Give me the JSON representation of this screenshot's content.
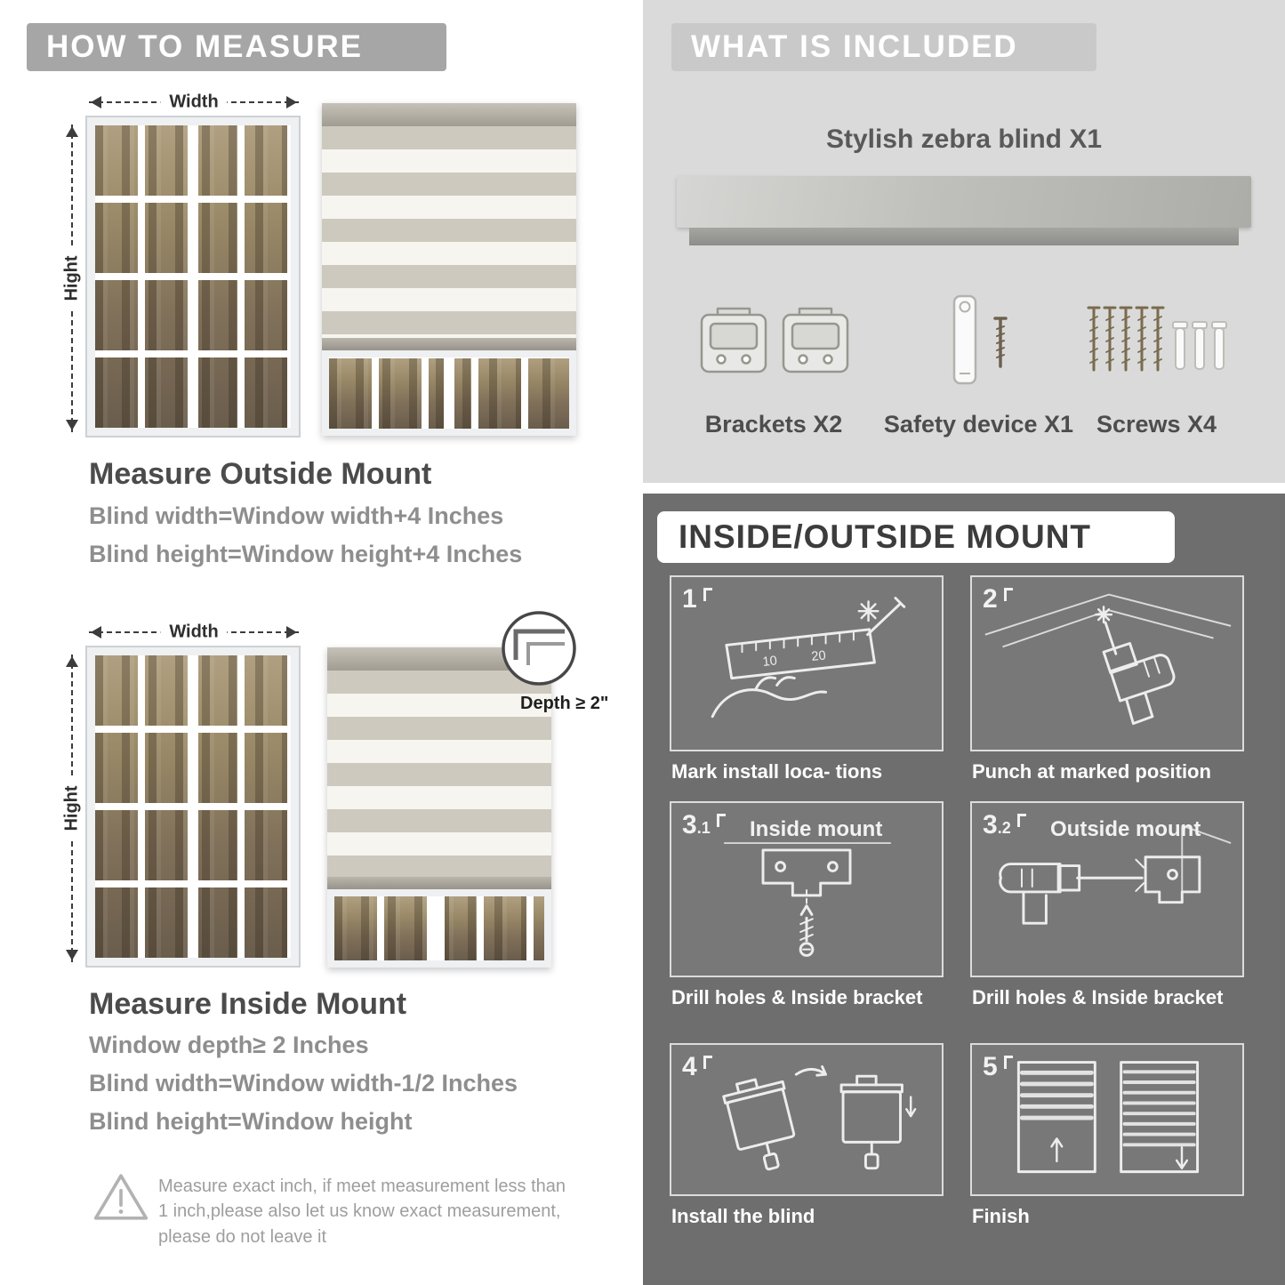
{
  "colors": {
    "left_header_bg": "#a6a6a6",
    "right_top_bg": "#dadada",
    "right_header_bg": "#c9c9c9",
    "dark_section_bg": "#6e6e6e",
    "blind_stripe": "#cdc9be",
    "title_text": "#4b4b4b",
    "formula_text": "#8e8e8e"
  },
  "how_to_measure": {
    "header": "HOW TO MEASURE",
    "outside": {
      "width_label": "Width",
      "height_label": "Hight",
      "title": "Measure Outside Mount",
      "lines": [
        "Blind width=Window width+4 Inches",
        "Blind height=Window height+4 Inches"
      ]
    },
    "inside": {
      "width_label": "Width",
      "height_label": "Hight",
      "depth_label": "Depth ≥ 2\"",
      "title": "Measure Inside Mount",
      "lines": [
        "Window depth≥ 2 Inches",
        "Blind width=Window width-1/2 Inches",
        "Blind height=Window height"
      ]
    },
    "note": "Measure exact inch, if meet measurement less than 1 inch,please also let us know exact measurement, please do not leave it"
  },
  "included": {
    "header": "WHAT IS INCLUDED",
    "blind_label": "Stylish zebra blind X1",
    "items": [
      "Brackets X2",
      "Safety device X1",
      "Screws X4"
    ]
  },
  "mount": {
    "header": "INSIDE/OUTSIDE MOUNT",
    "steps": [
      {
        "num": "1",
        "sub": "",
        "title": "",
        "caption": "Mark install loca- tions"
      },
      {
        "num": "2",
        "sub": "",
        "title": "",
        "caption": "Punch at  marked position"
      },
      {
        "num": "3",
        "sub": ".1",
        "title": "Inside mount",
        "caption": "Drill holes &  Inside bracket"
      },
      {
        "num": "3",
        "sub": ".2",
        "title": "Outside mount",
        "caption": "Drill holes &  Inside bracket"
      },
      {
        "num": "4",
        "sub": "",
        "title": "",
        "caption": "Install the blind"
      },
      {
        "num": "5",
        "sub": "",
        "title": "",
        "caption": "Finish"
      }
    ]
  }
}
